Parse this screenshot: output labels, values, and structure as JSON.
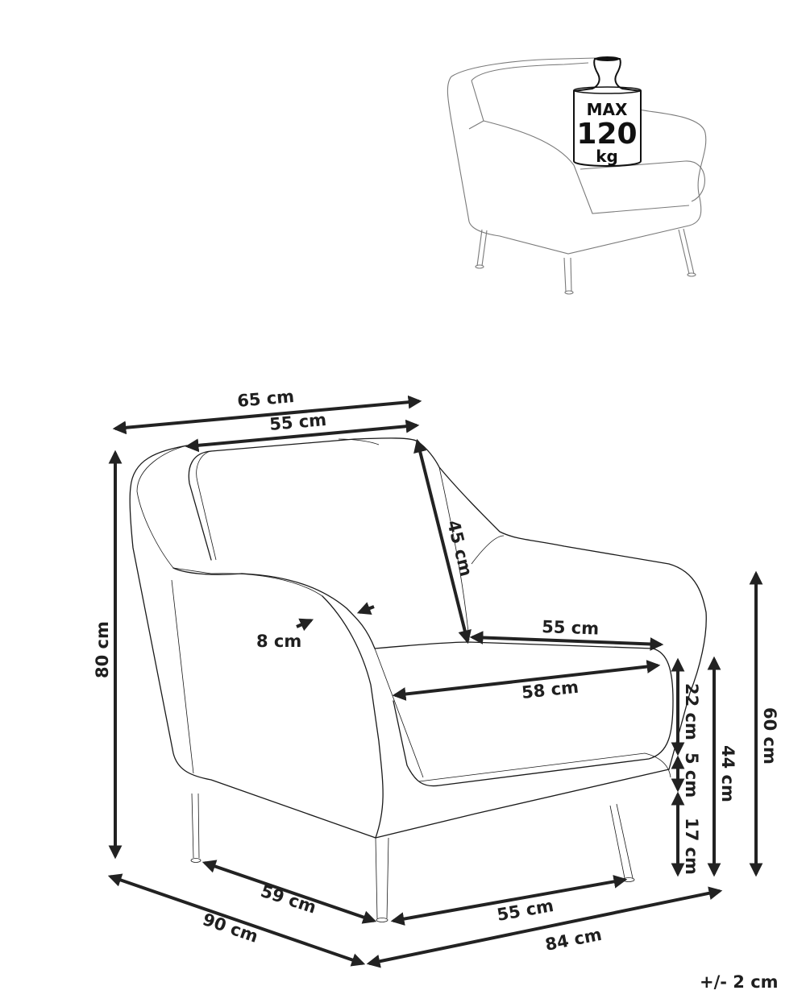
{
  "weight_badge": {
    "line1": "MAX",
    "line2": "120",
    "line3": "kg"
  },
  "dimensions": {
    "total_width_top": "65 cm",
    "backrest_width": "55 cm",
    "backrest_height": "45 cm",
    "armrest_thickness": "8 cm",
    "seat_depth": "55 cm",
    "seat_width": "58 cm",
    "total_height": "80 cm",
    "armrest_height": "60 cm",
    "seat_height": "44 cm",
    "cushion_height": "22 cm",
    "frame_height": "5 cm",
    "leg_height": "17 cm",
    "leg_span_width": "59 cm",
    "leg_span_depth": "55 cm",
    "total_width_bottom": "90 cm",
    "total_depth": "84 cm"
  },
  "tolerance": "+/- 2 cm",
  "colors": {
    "line": "#1a1a1a",
    "arrow": "#222222",
    "background": "#ffffff"
  }
}
